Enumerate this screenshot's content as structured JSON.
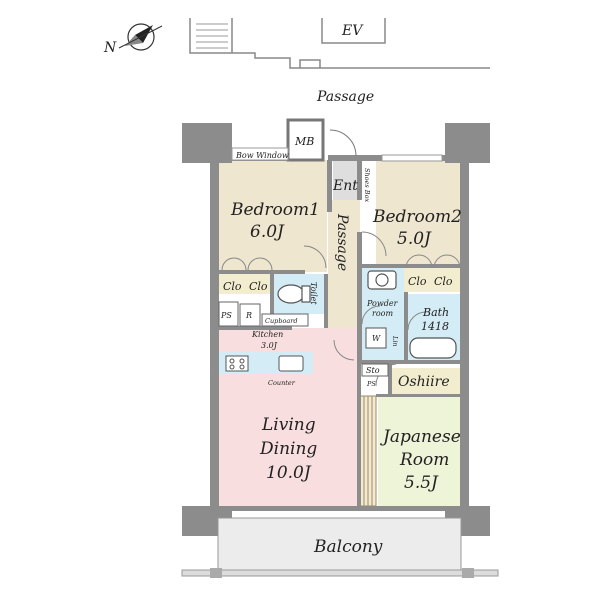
{
  "colors": {
    "wall": "#8c8c8c",
    "wall_dark": "#6e6e6e",
    "bedroom": "#efe6cf",
    "living": "#f8dede",
    "wet": "#d4ecf5",
    "tatami": "#eef4d8",
    "storage": "#f2edcf",
    "entry": "#dedede",
    "balcony": "#ececec"
  },
  "icons": {
    "compass": "north-arrow",
    "toilet": "toilet-icon",
    "sink": "washbasin-icon",
    "bathtub": "bathtub-icon",
    "stove": "cooktop-icon",
    "kitchen_sink": "kitchen-sink-icon"
  },
  "plan": {
    "compass_letter": "N",
    "ev": "EV",
    "common_passage": "Passage",
    "mb": "MB",
    "bow_window": "Bow Window",
    "entrance": "Ent",
    "shoes_box": "Shoes Box",
    "inner_passage": "Passage",
    "bedroom1": {
      "name": "Bedroom1",
      "size": "6.0J"
    },
    "bedroom2": {
      "name": "Bedroom2",
      "size": "5.0J"
    },
    "clo": "Clo",
    "toilet": "Toilet",
    "ps": "PS",
    "r": "R",
    "cupboard": "Cupboard",
    "kitchen": {
      "name": "Kitchen",
      "size": "3.0J"
    },
    "counter": "Counter",
    "powder_room": [
      "Powder",
      "room"
    ],
    "w": "W",
    "lin": "Lin",
    "bath": {
      "name": "Bath",
      "size": "1418"
    },
    "sto": "Sto",
    "ps_small": "PS",
    "oshiire": "Oshiire",
    "living": [
      "Living",
      "Dining",
      "10.0J"
    ],
    "japanese": [
      "Japanese",
      "Room",
      "5.5J"
    ],
    "balcony": "Balcony"
  }
}
